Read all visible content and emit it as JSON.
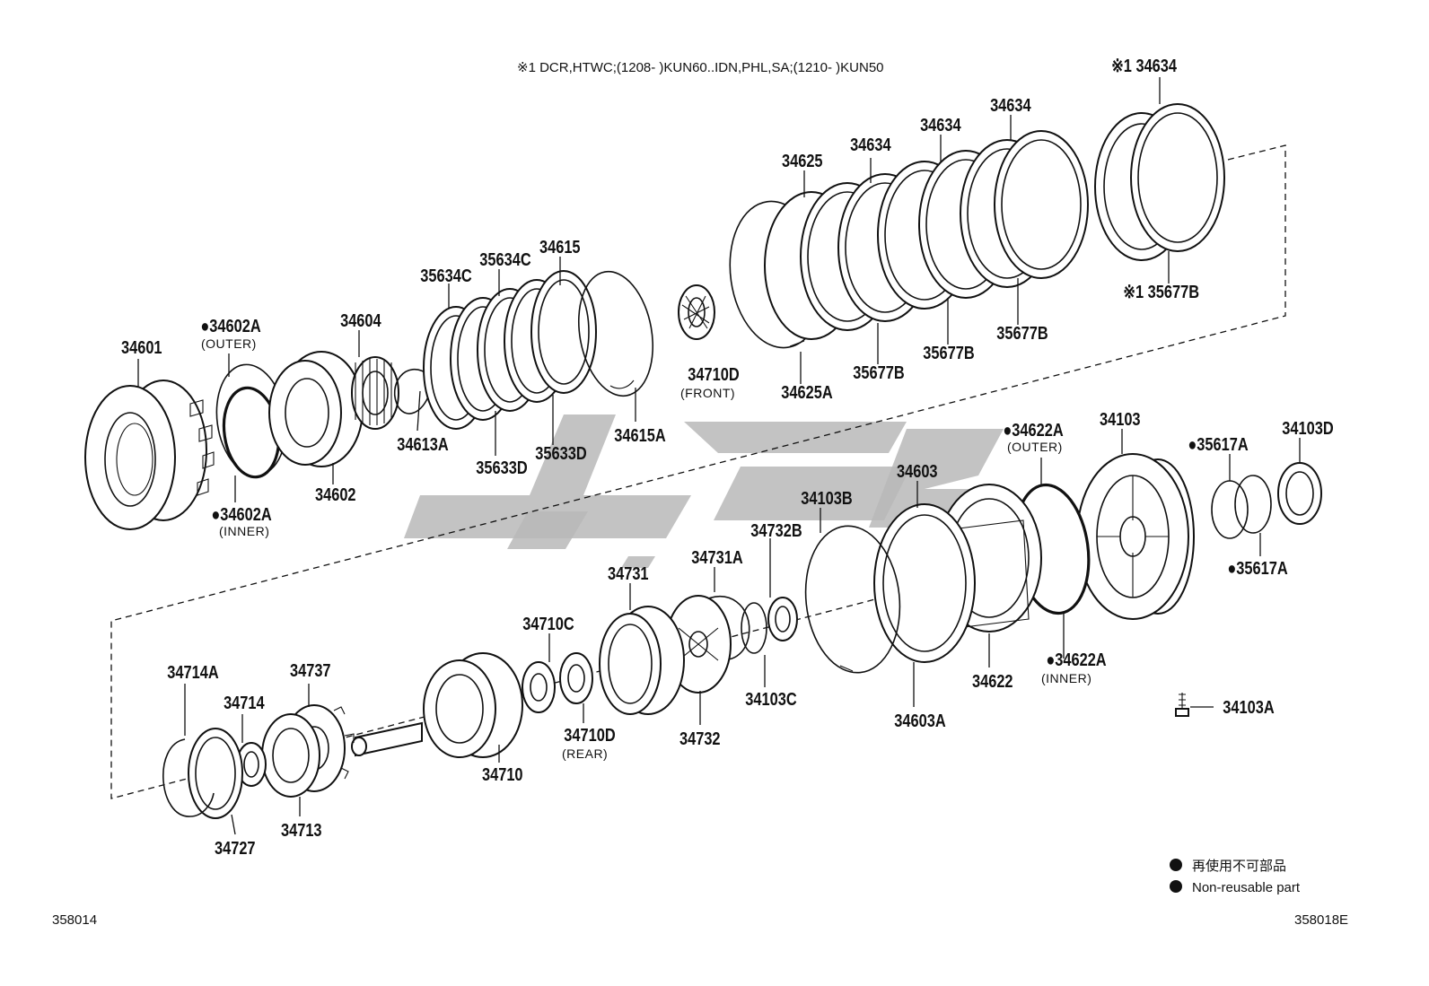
{
  "header_note": "※1   DCR,HTWC;(1208-        )KUN60..IDN,PHL,SA;(1210-        )KUN50",
  "labels": {
    "p34601": "34601",
    "p34602A_outer": "●34602A",
    "p34602A_outer_sub": "(OUTER)",
    "p34602A_inner": "●34602A",
    "p34602A_inner_sub": "(INNER)",
    "p34602": "34602",
    "p34604": "34604",
    "p34613A": "34613A",
    "p35634C_a": "35634C",
    "p35634C_b": "35634C",
    "p34615": "34615",
    "p35633D_a": "35633D",
    "p35633D_b": "35633D",
    "p34615A": "34615A",
    "p34710D_front": "34710D",
    "p34710D_front_sub": "(FRONT)",
    "p34625": "34625",
    "p34625A": "34625A",
    "p34634_a": "34634",
    "p34634_b": "34634",
    "p34634_c": "34634",
    "p34634_top": "※1 34634",
    "p35677B_a": "35677B",
    "p35677B_b": "35677B",
    "p35677B_c": "35677B",
    "p35677B_d": "※1 35677B",
    "p34622A_outer": "●34622A",
    "p34622A_outer_sub": "(OUTER)",
    "p34103": "34103",
    "p35617A_a": "●35617A",
    "p35617A_b": "●35617A",
    "p34103D": "34103D",
    "p34603": "34603",
    "p34103B": "34103B",
    "p34732B": "34732B",
    "p34731A": "34731A",
    "p34731": "34731",
    "p34710C": "34710C",
    "p34622A_inner": "●34622A",
    "p34622A_inner_sub": "(INNER)",
    "p34622": "34622",
    "p34603A": "34603A",
    "p34103C": "34103C",
    "p34732": "34732",
    "p34710D_rear": "34710D",
    "p34710D_rear_sub": "(REAR)",
    "p34710": "34710",
    "p34714A": "34714A",
    "p34737": "34737",
    "p34714": "34714",
    "p34727": "34727",
    "p34713": "34713",
    "p34103A": "34103A"
  },
  "legend": {
    "line1": "再使用不可部品",
    "line2": "Non-reusable part"
  },
  "footer": {
    "left_code": "358014",
    "right_code": "358018E"
  },
  "colors": {
    "ink": "#111111",
    "watermark": "#b9b9b9"
  }
}
